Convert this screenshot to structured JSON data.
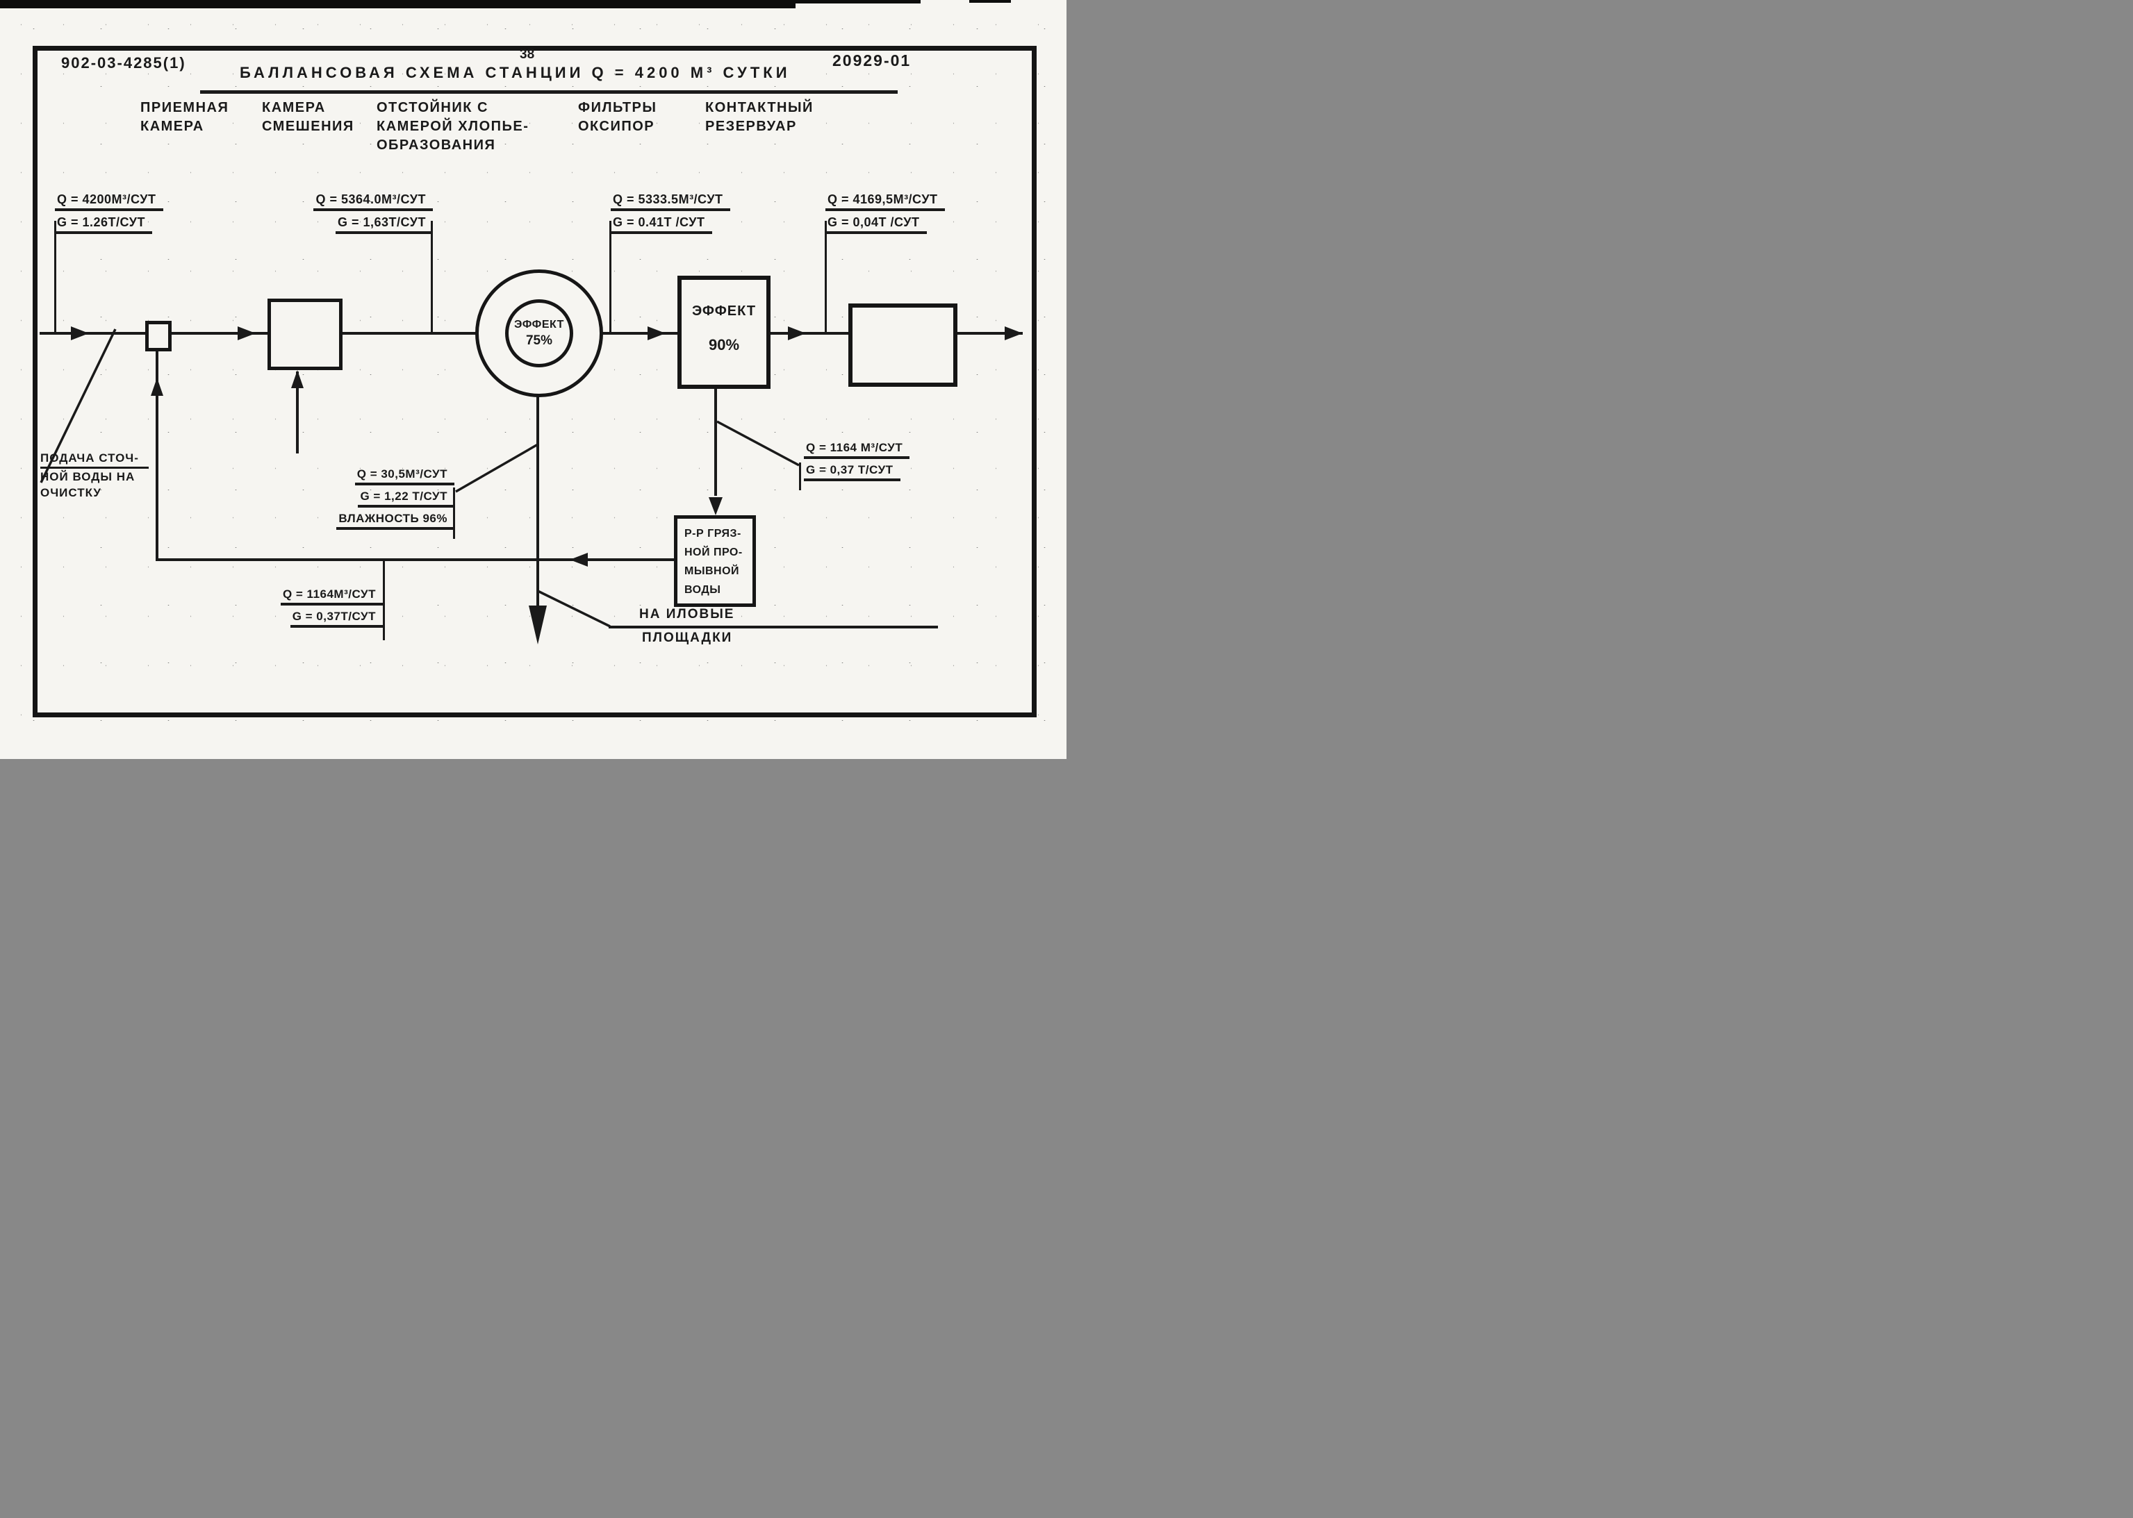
{
  "header": {
    "doc_number": "902-03-4285(1)",
    "page_number": "38",
    "title": "Баллансовая схема станции Q = 4200 м³ сутки",
    "code": "20929-01"
  },
  "units": [
    {
      "id": "receiving-chamber",
      "lines": [
        "Приемная",
        "камера"
      ]
    },
    {
      "id": "mixing-chamber",
      "lines": [
        "Камера",
        "смешения"
      ]
    },
    {
      "id": "settler",
      "lines": [
        "Отстойник с",
        "камерой хлопье-",
        "образования"
      ]
    },
    {
      "id": "oxypor-filters",
      "lines": [
        "Фильтры",
        "Оксипор"
      ]
    },
    {
      "id": "contact-reservoir",
      "lines": [
        "Контактный",
        "резервуар"
      ]
    }
  ],
  "flow_labels": {
    "inlet": {
      "q": "Q = 4200м³/сут",
      "g": "G = 1.26т/сут"
    },
    "after_mixing": {
      "q": "Q = 5364.0м³/сут",
      "g": "G = 1,63т/сут"
    },
    "after_settling": {
      "q": "Q = 5333.5м³/сут",
      "g": "G = 0.41т /сут"
    },
    "treated": {
      "q": "Q = 4169,5м³/сут",
      "g": "G = 0,04т /сут"
    },
    "sludge": {
      "q": "Q = 30,5м³/сут",
      "g": "G = 1,22 т/сут",
      "moisture": "Влажность 96%"
    },
    "washwater": {
      "q": "Q = 1164 м³/сут",
      "g": "G = 0,37 т/сут"
    },
    "return_line": {
      "q": "Q = 1164м³/сут",
      "g": "G = 0,37т/сут"
    }
  },
  "nodes": {
    "settler": {
      "effect_label": "Эффект",
      "effect_value": "75%"
    },
    "filters": {
      "effect_label": "Эффект",
      "effect_value": "90%"
    },
    "washwater_tank": {
      "lines": [
        "Р-р гряз-",
        "ной про-",
        "мывной",
        "воды"
      ]
    }
  },
  "notes": {
    "inlet": {
      "lines": [
        "Подача сточ-",
        "ной воды на",
        "очистку"
      ]
    },
    "sludge_dest": {
      "lines": [
        "На иловые",
        "площадки"
      ]
    }
  },
  "colors": {
    "ink": "#1a1a1a",
    "paper": "#f6f5f1"
  }
}
